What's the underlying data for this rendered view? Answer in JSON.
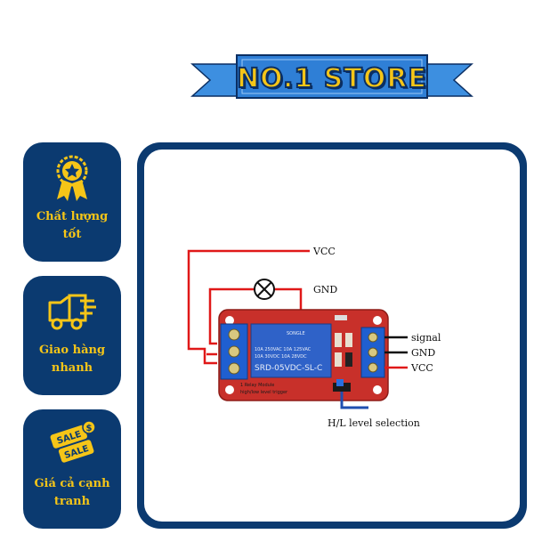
{
  "banner": {
    "title": "NO.1 STORE"
  },
  "features": [
    {
      "label": "Chất lượng tốt",
      "icon": "award-medal-icon"
    },
    {
      "label": "Giao hàng nhanh",
      "icon": "delivery-truck-icon"
    },
    {
      "label": "Giá cả cạnh tranh",
      "icon": "sale-tag-icon"
    }
  ],
  "sale_tag": {
    "line1": "SALE",
    "line2": "SALE",
    "badge": "$"
  },
  "diagram": {
    "labels": {
      "vcc_top": "VCC",
      "gnd_top": "GND",
      "signal": "signal",
      "gnd_right": "GND",
      "vcc_right": "VCC",
      "hl_selection": "H/L level selection"
    },
    "relay": {
      "brand": "SONGLE",
      "ratings1": "10A 250VAC  10A 125VAC",
      "ratings2": "10A 30VDC  10A 28VDC",
      "model": "SRD-05VDC-SL-C"
    },
    "board_text": {
      "line1": "1 Relay  Module",
      "line2": "high/low level trigger"
    }
  },
  "colors": {
    "navy": "#0b3a70",
    "gold": "#f5c518",
    "wire_red": "#e01818",
    "board_red": "#c8302a"
  }
}
